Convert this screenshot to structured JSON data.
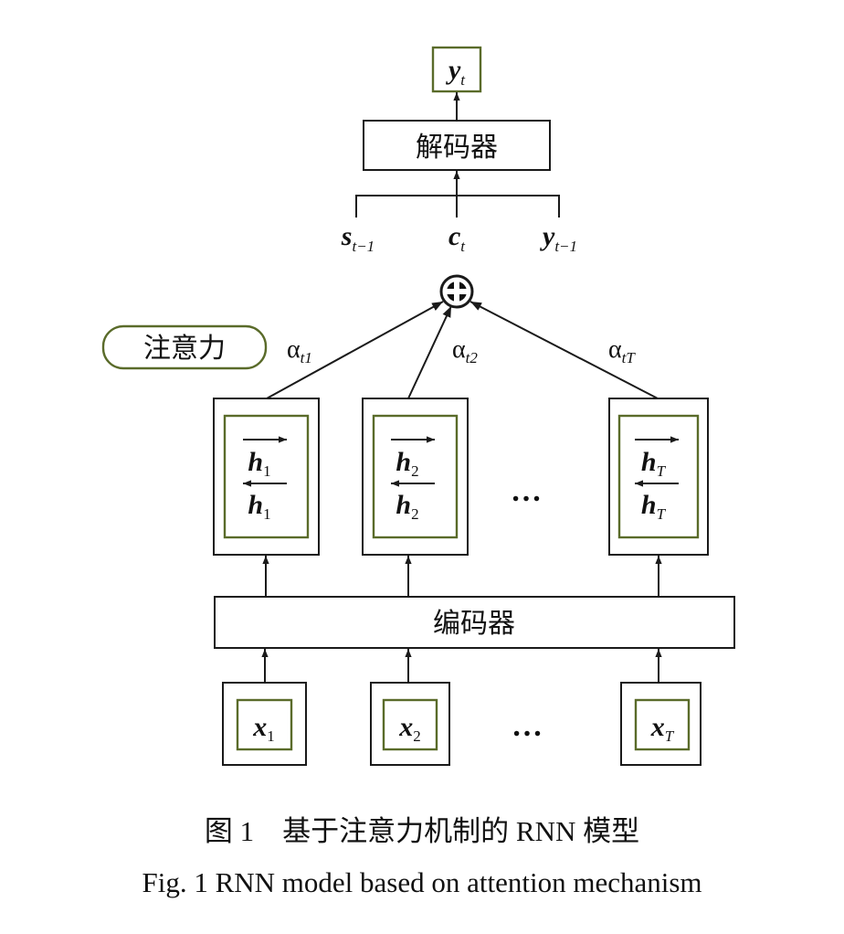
{
  "output": {
    "var": "y",
    "sub": "t"
  },
  "decoder": {
    "label": "解码器"
  },
  "decoder_inputs": [
    {
      "var": "s",
      "sub": "t−1"
    },
    {
      "var": "c",
      "sub": "t"
    },
    {
      "var": "y",
      "sub": "t−1"
    }
  ],
  "attention": {
    "label": "注意力",
    "weights": [
      {
        "sym": "α",
        "sub": "t1"
      },
      {
        "sym": "α",
        "sub": "t2"
      },
      {
        "sym": "α",
        "sub": "tT"
      }
    ]
  },
  "hidden": [
    {
      "var": "h",
      "sub": "1"
    },
    {
      "var": "h",
      "sub": "2"
    },
    {
      "var": "h",
      "sub": "T"
    }
  ],
  "ellipsis": "…",
  "encoder": {
    "label": "编码器"
  },
  "inputs": [
    {
      "var": "x",
      "sub": "1"
    },
    {
      "var": "x",
      "sub": "2"
    },
    {
      "var": "x",
      "sub": "T"
    }
  ],
  "caption": {
    "cn": "图 1　基于注意力机制的 RNN 模型",
    "en": "Fig. 1  RNN model based on attention mechanism"
  },
  "colors": {
    "inner_border": "#5a6b2a",
    "stroke": "#1a1a1a"
  }
}
